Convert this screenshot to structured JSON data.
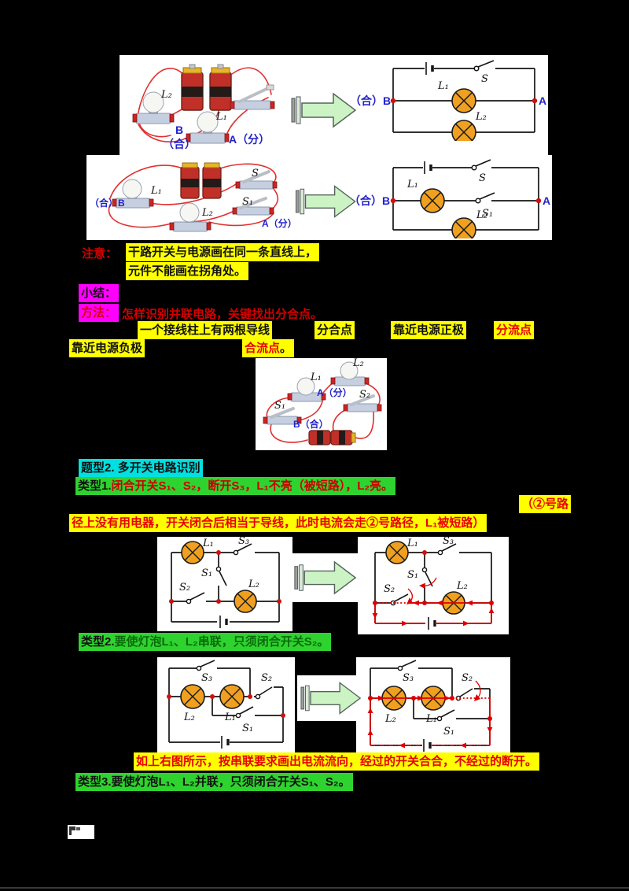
{
  "colors": {
    "page_background": "#000000",
    "highlight_yellow": "#ffff00",
    "highlight_green": "#2fd32f",
    "highlight_cyan": "#00e0e0",
    "highlight_magenta": "#ff00ff",
    "red_text": "#e80000",
    "dark_green_text": "#0a6a0a",
    "terminal_label_blue": "#2222cc",
    "bulb_orange": "#f0a020",
    "current_path_red": "#dd0000"
  },
  "labels": {
    "l1": "L₁",
    "l2": "L₂",
    "s": "S",
    "s1": "S₁",
    "s2": "S₂",
    "s3": "S₃"
  },
  "terminals": {
    "b": "B",
    "he": "（合）",
    "he_b": "（合）B",
    "a_fen": "A（分）",
    "b_he": "B（合）"
  },
  "header_note": {
    "label": "注意：",
    "line1": "干路开关与电源画在同一条直线上，",
    "line2": "元件不能画在拐角处。"
  },
  "summary": {
    "label": "小结：",
    "method_label": "方法：",
    "method_text": "怎样识别并联电路，关键找出分合点。",
    "rule_seg1": "一个接线柱上有两根导线",
    "rule_seg2": "分合点",
    "rule_seg3": "靠近电源正极",
    "rule_seg4": "分流点",
    "rule_seg5": "靠近电源负极",
    "rule_seg6": "合流点",
    "rule_seg6_punct": "。"
  },
  "section": {
    "heading": "题型2. 多开关电路识别",
    "type1_label": "类型1.",
    "type1_text": "闭合开关S₁、S₂，断开S₃，L₁不亮（被短路），L₂亮。",
    "aside_top": "（②号路",
    "aside_bottom": "径上没有用电器，开关闭合后相当于导线，此时电流会走②号路径，L₁被短路）",
    "type2_label": "类型2.",
    "type2_text": "要使灯泡L₁、L₂串联，只须闭合开关S₂。",
    "serial_note": "如上右图所示，按串联要求画出电流流向，经过的开关合合，不经过的断开。",
    "type3_label": "类型3.",
    "type3_text": "要使灯泡L₁、L₂并联，只须闭合开关S₁、S₂。"
  }
}
